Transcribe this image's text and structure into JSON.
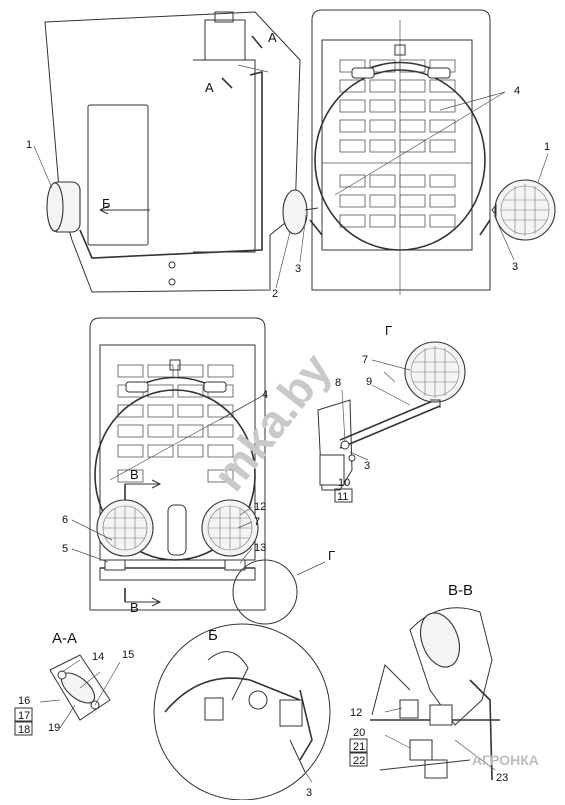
{
  "sections": {
    "a": "А",
    "b": "Б",
    "v": "В",
    "g": "Г",
    "aa": "А-А",
    "bb": "Б",
    "vv": "В-В"
  },
  "callouts": {
    "c1": "1",
    "c2": "2",
    "c3": "3",
    "c4": "4",
    "c5": "5",
    "c6": "6",
    "c7": "7",
    "c8": "8",
    "c9": "9",
    "c10": "10",
    "c11": "11",
    "c12": "12",
    "c13": "13",
    "c14": "14",
    "c15": "15",
    "c16": "16",
    "c17": "17",
    "c18": "18",
    "c19": "19",
    "c20": "20",
    "c21": "21",
    "c22": "22",
    "c23": "23"
  },
  "watermarks": {
    "site": "mka.by",
    "brand": "АГРОНКА"
  }
}
